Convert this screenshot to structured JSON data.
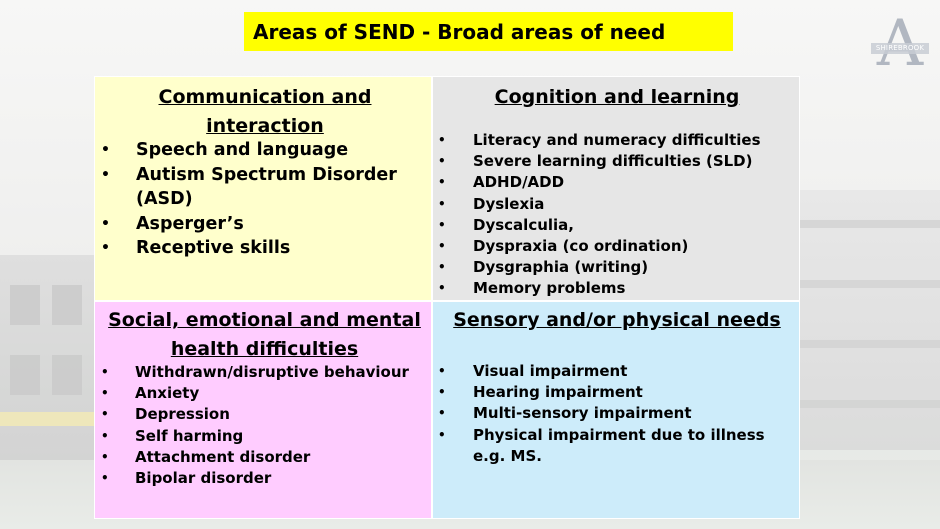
{
  "title": "Areas of SEND - Broad areas of need",
  "logo": {
    "letter": "A",
    "word": "SHIREBROOK"
  },
  "colors": {
    "title_bg": "#ffff00",
    "q1_bg": "#ffffcc",
    "q2_bg": "#e6e6e6",
    "q3_bg": "#ffccff",
    "q4_bg": "#cdecfa"
  },
  "bullet_glyph": "•",
  "quadrants": [
    {
      "title": "Communication and interaction",
      "items": [
        "Speech and language",
        "Autism Spectrum Disorder (ASD)",
        "Asperger’s",
        "Receptive skills"
      ]
    },
    {
      "title": "Cognition and learning ",
      "items": [
        "Literacy and numeracy difficulties",
        "Severe learning difficulties (SLD)",
        "ADHD/ADD",
        "Dyslexia",
        "Dyscalculia,",
        "Dyspraxia (co ordination)",
        "Dysgraphia (writing)",
        "Memory problems"
      ]
    },
    {
      "title": "Social, emotional and mental health difficulties",
      "items": [
        "Withdrawn/disruptive behaviour",
        "Anxiety",
        "Depression",
        "Self harming",
        "Attachment disorder",
        "Bipolar disorder"
      ]
    },
    {
      "title": "Sensory and/or physical needs",
      "items": [
        "Visual impairment",
        "Hearing impairment",
        "Multi-sensory impairment",
        "Physical impairment due to illness e.g. MS."
      ]
    }
  ]
}
